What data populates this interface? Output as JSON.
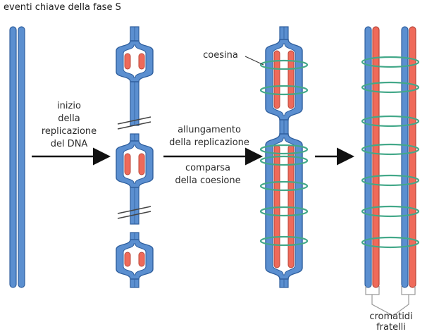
{
  "title": "eventi chiave della fase S",
  "labels": {
    "initiation": [
      "inizio",
      "della",
      "replicazione",
      "del DNA"
    ],
    "elongation": [
      "allungamento",
      "della replicazione"
    ],
    "cohesion": [
      "comparsa",
      "della coesione"
    ],
    "cohesin": "coesina",
    "sister_chromatids": [
      "cromatidi",
      "fratelli"
    ]
  },
  "colors": {
    "dna_blue": "#5b8fd0",
    "dna_blue_dark": "#2f5f9e",
    "dna_red": "#ef6a5a",
    "dna_red_dark": "#b8473a",
    "cohesin_ring": "#43a889",
    "arrow": "#111111"
  }
}
